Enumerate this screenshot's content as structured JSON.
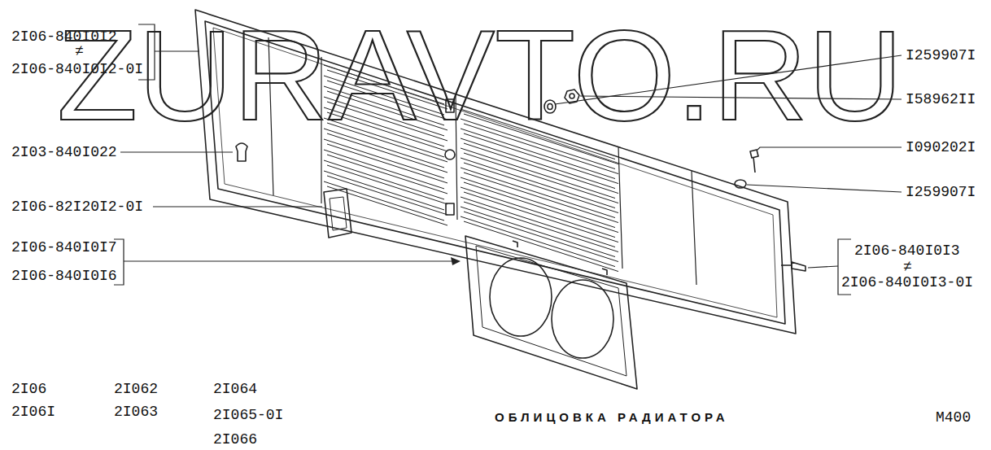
{
  "diagram": {
    "title": "ОБЛИЦОВКА РАДИАТОРА",
    "labels": [
      "2I06-840I0I2",
      "≠",
      "2I06-840I0I2-0I",
      "2I03-840I022",
      "2I06-82I20I2-0I",
      "2I06-840I0I7",
      "2I06-840I0I6",
      "I259907I",
      "I58962II",
      "I090202I",
      "I259907I",
      "2I06-840I0I3",
      "≠",
      "2I06-840I0I3-0I",
      "2I06",
      "2I06I",
      "2I062",
      "2I063",
      "2I064",
      "2I065-0I",
      "2I066",
      "М400",
      "ZURAVTO.RU"
    ]
  }
}
